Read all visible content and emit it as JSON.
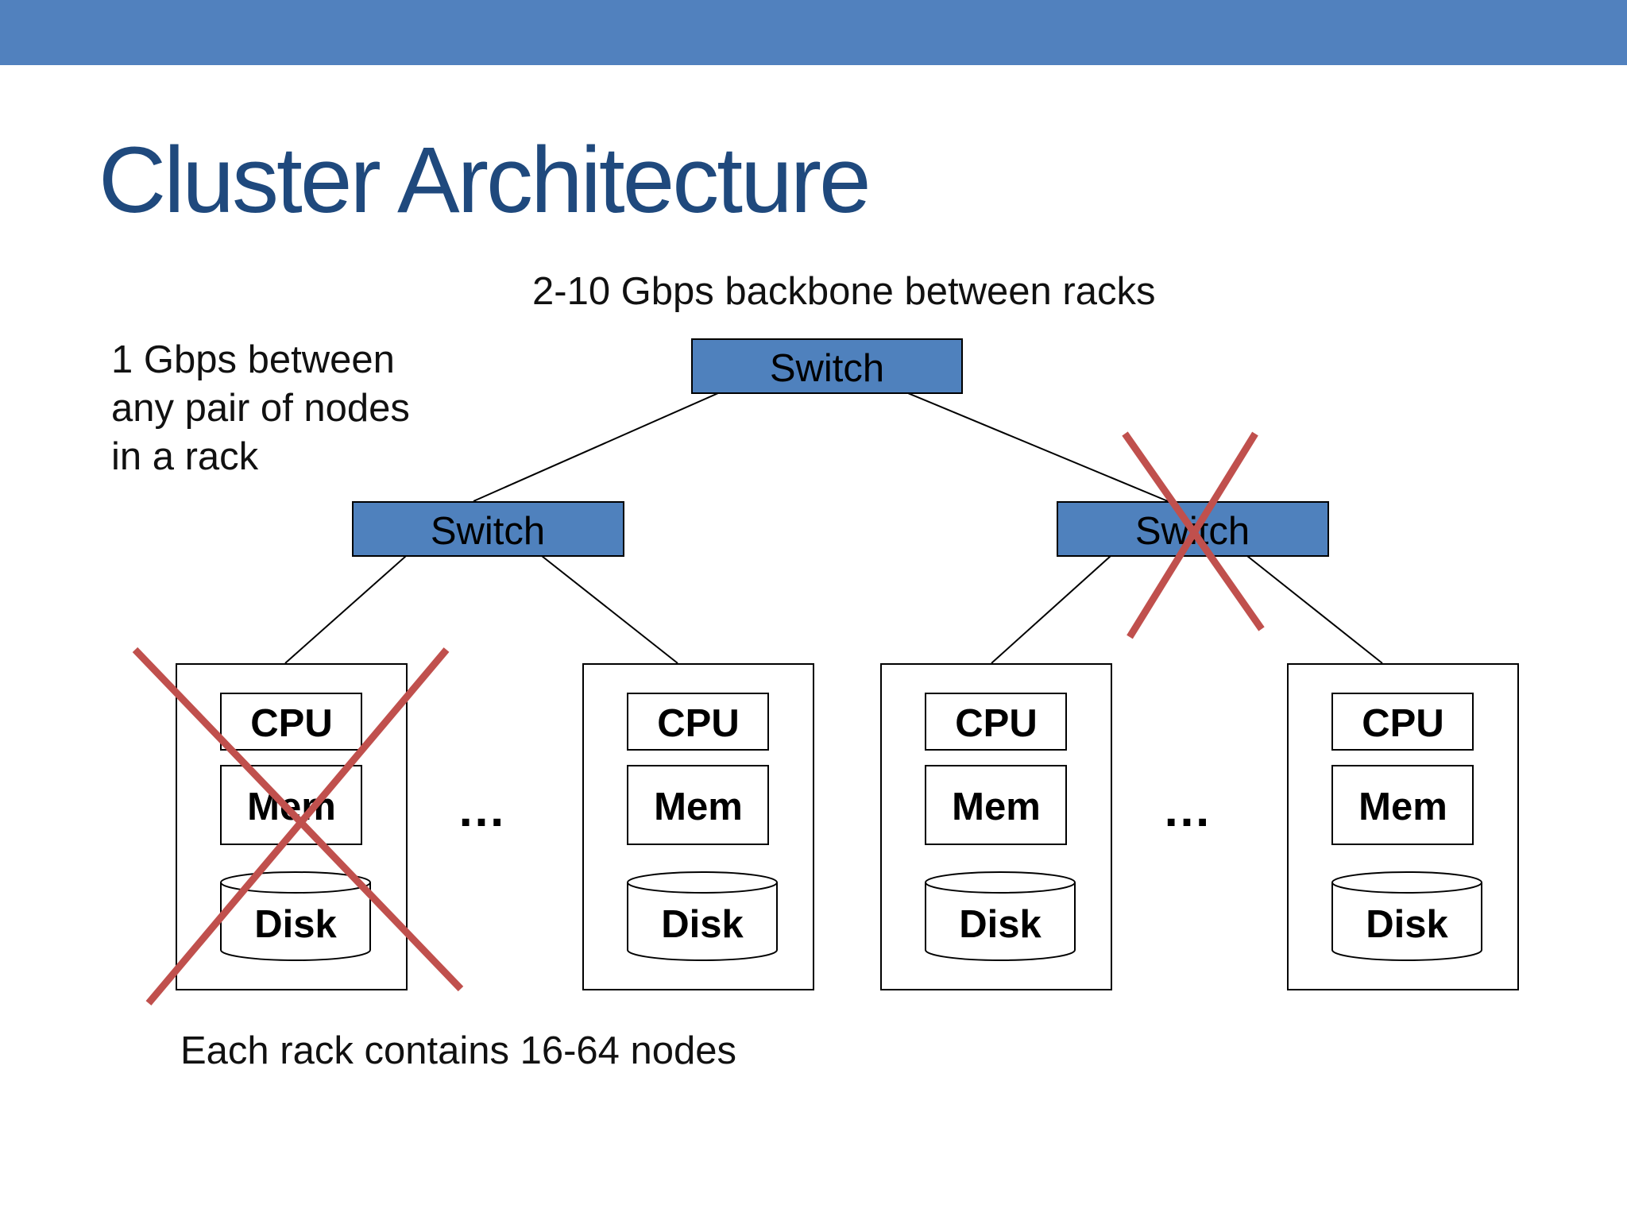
{
  "slide": {
    "title": "Cluster Architecture",
    "backbone_note": "2-10 Gbps backbone between racks",
    "rack_note_lines": [
      "1 Gbps between",
      "any pair of nodes",
      "in a rack"
    ],
    "rack_size_note": "Each rack contains 16-64 nodes"
  },
  "diagram": {
    "switches": [
      {
        "label": "Switch",
        "failed": false
      },
      {
        "label": "Switch",
        "failed": false
      },
      {
        "label": "Switch",
        "failed": true
      }
    ],
    "nodes": [
      {
        "cpu": "CPU",
        "mem": "Mem",
        "disk": "Disk",
        "failed": true
      },
      {
        "cpu": "CPU",
        "mem": "Mem",
        "disk": "Disk",
        "failed": false
      },
      {
        "cpu": "CPU",
        "mem": "Mem",
        "disk": "Disk",
        "failed": false
      },
      {
        "cpu": "CPU",
        "mem": "Mem",
        "disk": "Disk",
        "failed": false
      }
    ],
    "ellipsis": [
      "…",
      "…"
    ]
  },
  "colors": {
    "header_bar": "#5181BE",
    "title_text": "#1F497D",
    "switch_fill": "#4F81BD",
    "failure_mark": "#C0504D",
    "line": "#000000"
  }
}
